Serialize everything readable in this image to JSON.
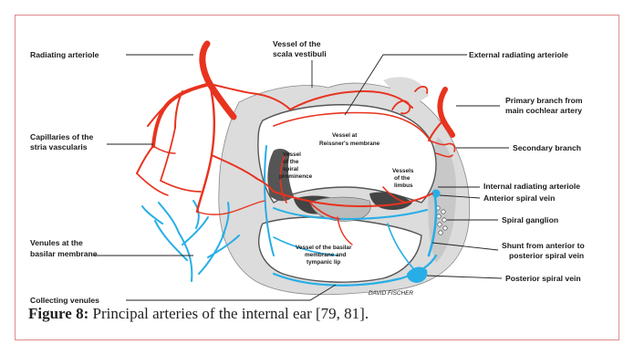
{
  "labels": {
    "radiating_arteriole": "Radiating arteriole",
    "vessel_scala_vestibuli_1": "Vessel of the",
    "vessel_scala_vestibuli_2": "scala vestibuli",
    "external_radiating_arteriole": "External radiating arteriole",
    "primary_branch_1": "Primary branch from",
    "primary_branch_2": "main cochlear artery",
    "capillaries_1": "Capillaries of the",
    "capillaries_2": "stria vascularis",
    "secondary_branch": "Secondary branch",
    "reissner_1": "Vessel at",
    "reissner_2": "Reissner's membrane",
    "spiral_prom_1": "Vessel",
    "spiral_prom_2": "of the",
    "spiral_prom_3": "spiral",
    "spiral_prom_4": "prominence",
    "limbus_1": "Vessels",
    "limbus_2": "of the",
    "limbus_3": "limbus",
    "internal_radiating_arteriole": "Internal radiating arteriole",
    "anterior_spiral_vein": "Anterior spiral vein",
    "spiral_ganglion": "Spiral ganglion",
    "venules_1": "Venules at the",
    "venules_2": "basilar membrane",
    "basilar_1": "Vessel of the basilar",
    "basilar_2": "membrane and",
    "basilar_3": "tympanic lip",
    "shunt_1": "Shunt from anterior to",
    "shunt_2": "posterior spiral vein",
    "posterior_spiral_vein": "Posterior spiral vein",
    "collecting_venules": "Collecting venules",
    "signature": "DAVID FISCHER"
  },
  "caption": {
    "prefix": "Figure 8:",
    "text": " Principal arteries of the internal ear [79, 81]."
  },
  "colors": {
    "artery": "#e8331f",
    "vein": "#27aee6",
    "tissue": "#d9d9d9",
    "frame": "#e08a8a"
  }
}
